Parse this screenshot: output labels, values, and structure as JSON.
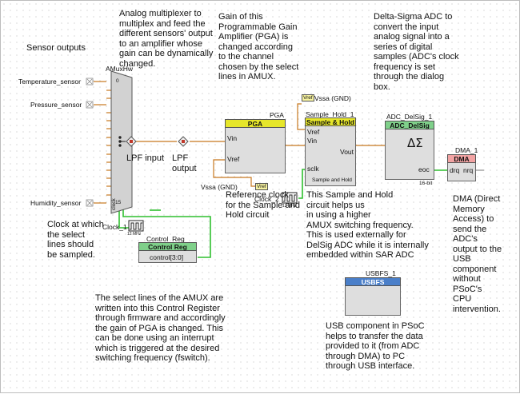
{
  "notes": {
    "sensor_outputs": "Sensor outputs",
    "amux_desc": "Analog multiplexer to\nmultiplex and feed the\ndifferent sensors' output\nto an amplifier whose\ngain can be dynamically\nchanged.",
    "pga_desc": "Gain of this\nProgrammable Gain\nAmplifier (PGA) is\nchanged according\nto the channel\nchosen by the select\nlines in AMUX.",
    "adc_desc": "Delta-Sigma ADC to\nconvert the input\nanalog signal into a\nseries of digital\nsamples (ADC's clock\nfrequency is set\nthrough the dialog\nbox.",
    "clock_desc": "Clock at which\nthe select\nlines should\nbe sampled.",
    "ref_clock_desc": "Reference clock\nfor the Sample and\nHold circuit",
    "sh_desc": "This Sample and Hold\ncircuit helps us\n in using a higher\n AMUX switching frequency.\nThis is used externally for\nDelSig ADC while it is internally\n embedded within SAR ADC",
    "dma_desc": "DMA (Direct\nMemory\nAccess) to\nsend the\nADC's\noutput to the\nUSB\ncomponent\nwithout\nPSoC's\nCPU\nintervention.",
    "control_desc": "The select lines of the AMUX are\nwritten into this Control Register\nthrough firmware and accordingly\nthe gain of PGA is changed. This\ncan be done using an interrupt\nwhich is triggered at the desired\nswitching frequency (fswitch).",
    "usb_desc": "USB component in PSoC\nhelps to transfer the data\nprovided to it (from ADC\nthrough DMA) to PC\nthrough USB interface."
  },
  "sensors": {
    "temperature": "Temperature_sensor",
    "pressure": "Pressure_sensor",
    "humidity": "Humidity_sensor"
  },
  "amux": {
    "title": "AMuxHw",
    "pin_top": "0",
    "pin_bottom": "15",
    "clock_pin": "clock"
  },
  "lpf": {
    "input": "LPF input",
    "output": "LPF\noutput"
  },
  "pga": {
    "instance": "PGA",
    "header": "PGA",
    "vin": "Vin",
    "vref": "Vref",
    "vssa_label": "Vssa (GND)",
    "vref_tag": "Vref"
  },
  "sample_hold": {
    "instance": "Sample_Hold_1",
    "header": "Sample & Hold",
    "vref": "Vref",
    "vin": "Vin",
    "vout": "Vout",
    "sclk": "sclk",
    "footer": "Sample and Hold",
    "vssa_label": "Vssa (GND)",
    "vref_tag": "Vref"
  },
  "adc": {
    "instance": "ADC_DelSig_1",
    "header": "ADC_DelSig",
    "eoc": "eoc",
    "bits": "16-bit",
    "symbol": "ΔΣ"
  },
  "dma": {
    "instance": "DMA_1",
    "header": "DMA",
    "drq": "drq",
    "nrq": "nrq"
  },
  "clock1": {
    "name": "Clock_1",
    "freq": "12 MHz"
  },
  "clock2": {
    "name": "Clock_2",
    "freq": "12 MHz"
  },
  "control_reg": {
    "instance": "Control_Reg",
    "header": "Control Reg",
    "port": "control[3:0]"
  },
  "usb": {
    "instance": "USBFS_1",
    "header": "USBFS"
  }
}
